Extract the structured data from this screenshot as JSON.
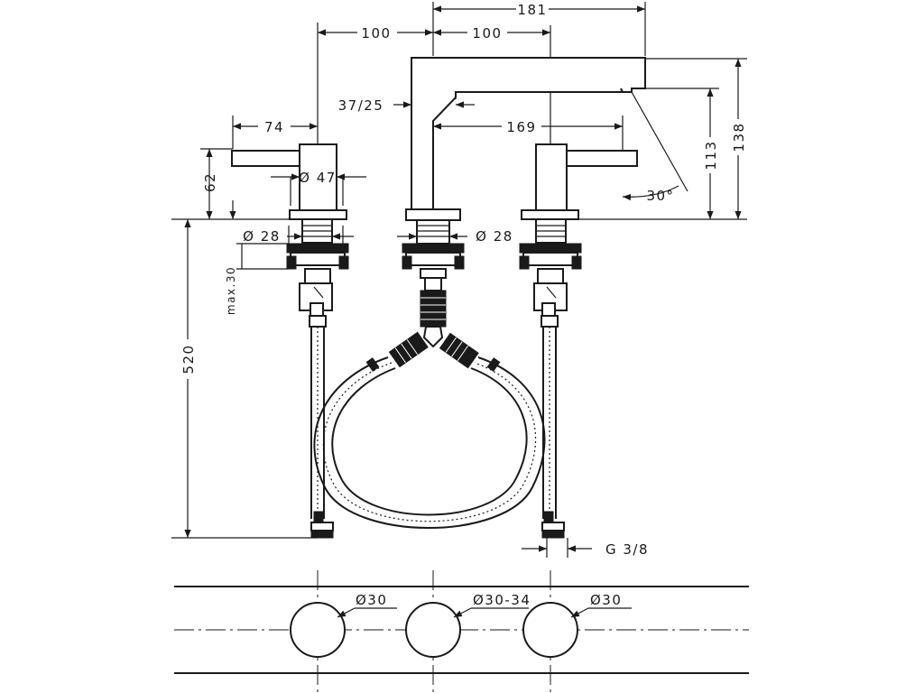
{
  "dimensions": {
    "spout_width": "181",
    "handle_spacing_left": "100",
    "handle_spacing_right": "100",
    "spout_reach": "37/25",
    "lever_length": "74",
    "body_diameter": "Ø 47",
    "body_height": "62",
    "shank_diameter_left": "Ø 28",
    "shank_diameter_center": "Ø 28",
    "mounting_thickness": "max.30",
    "spout_lever_reach": "169",
    "lever_angle": "30°",
    "spout_outlet_height": "113",
    "spout_total_height": "138",
    "total_length": "520",
    "connection_thread": "G 3/8"
  },
  "holes": {
    "left": "Ø30",
    "center": "Ø30-34",
    "right": "Ø30"
  }
}
